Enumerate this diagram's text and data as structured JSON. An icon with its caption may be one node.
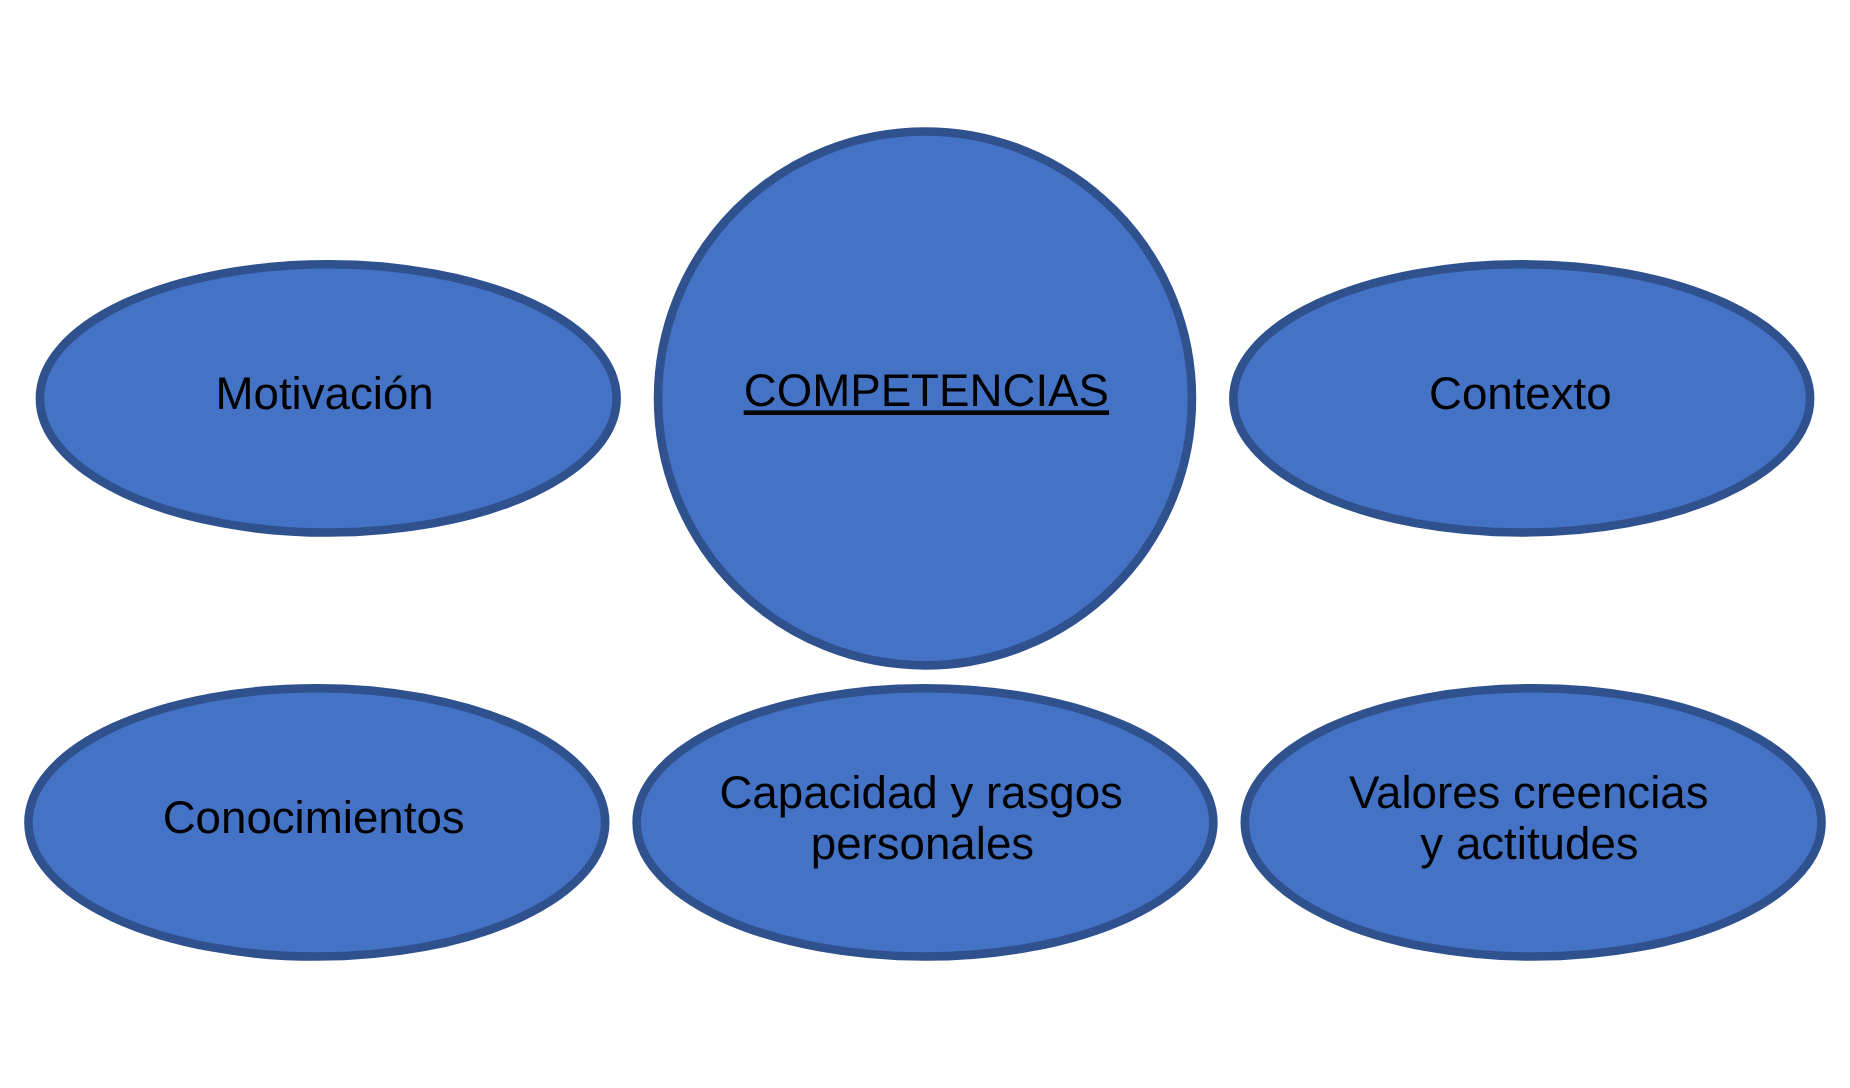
{
  "diagram": {
    "nodes": [
      {
        "text": [
          "Motivación"
        ]
      },
      {
        "text": [
          "COMPETENCIAS"
        ]
      },
      {
        "text": [
          "Contexto"
        ]
      },
      {
        "text": [
          "Conocimientos"
        ]
      },
      {
        "text": [
          "Valores creencias y actitudes"
        ]
      },
      {
        "text": [
          "Capacidad y rasgos personales"
        ]
      }
    ]
  }
}
